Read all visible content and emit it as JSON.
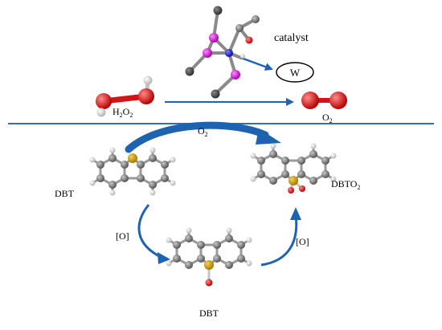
{
  "labels": {
    "catalyst": "catalyst",
    "tungsten": "W",
    "h2o2_main": "H",
    "h2o2_sub1": "2",
    "h2o2_mid": "O",
    "h2o2_sub2": "2",
    "o2_top_main": "O",
    "o2_top_sub": "2",
    "o2_arc_main": "O",
    "o2_arc_sub": "2",
    "dbt_left": "DBT",
    "dbto2_main": "DBTO",
    "dbto2_sub": "2",
    "ox_left": "[O]",
    "ox_right": "[O]",
    "dbt_bottom": "DBT"
  },
  "colors": {
    "arrow_blue": "#1e63b2",
    "divider_blue": "#2e6fb6",
    "carbon_gray": "#707070",
    "hydrogen_white": "#e9e9e9",
    "sulfur_gold": "#c79a11",
    "oxygen_red": "#e01818",
    "phosphorus_magenta": "#d21bd2",
    "tungsten_blue": "#1f1fd0"
  },
  "icons": {
    "catalyst_model": "ball-and-stick-molecule-icon",
    "h2o2_model": "hydrogen-peroxide-molecule-icon",
    "o2_model": "oxygen-molecule-icon",
    "dbt_model": "dibenzothiophene-molecule-icon",
    "dbto2_model": "dibenzothiophene-sulfone-molecule-icon",
    "dbto_model": "dibenzothiophene-sulfoxide-molecule-icon"
  }
}
